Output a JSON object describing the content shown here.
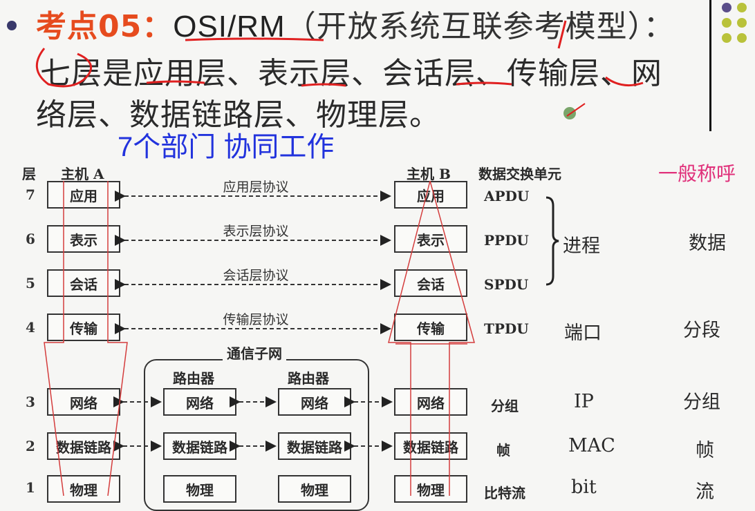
{
  "title": {
    "key": "考点05：",
    "osi": "OSI/RM",
    "rest": "（开放系统互联参考模型）："
  },
  "body_lines": [
    "七层是应用层、表示层、会话层、传输层、网",
    "络层、数据链路层、物理层。"
  ],
  "note": "7个部门  协同工作",
  "diagram": {
    "header_layer": "层",
    "header_host_a": "主机 A",
    "header_host_b": "主机 B",
    "header_pdu": "数据交换单元",
    "header_general": "一般称呼",
    "subnet_label": "通信子网",
    "router_labels": [
      "路由器",
      "路由器"
    ],
    "process_label": "进程",
    "layers": [
      {
        "num": "7",
        "name": "应用",
        "protocol": "应用层协议",
        "pdu": "APDU"
      },
      {
        "num": "6",
        "name": "表示",
        "protocol": "表示层协议",
        "pdu": "PPDU"
      },
      {
        "num": "5",
        "name": "会话",
        "protocol": "会话层协议",
        "pdu": "SPDU"
      },
      {
        "num": "4",
        "name": "传输",
        "protocol": "传输层协议",
        "pdu": "TPDU"
      },
      {
        "num": "3",
        "name": "网络",
        "pdu": "分组"
      },
      {
        "num": "2",
        "name": "数据链路",
        "pdu": "帧"
      },
      {
        "num": "1",
        "name": "物理",
        "pdu": "比特流"
      }
    ],
    "names": {
      "port": "端口",
      "ip": "IP",
      "mac": "MAC",
      "bit": "bit"
    },
    "general": {
      "data": "数据",
      "segment": "分段",
      "packet": "分组",
      "frame": "帧",
      "stream": "流"
    }
  },
  "colors": {
    "accent_red": "#e64b1e",
    "note_blue": "#2233dd",
    "general_pink": "#e0307a",
    "dot_purple": "#5b4e8a",
    "dot_olive": "#b9c23a"
  }
}
